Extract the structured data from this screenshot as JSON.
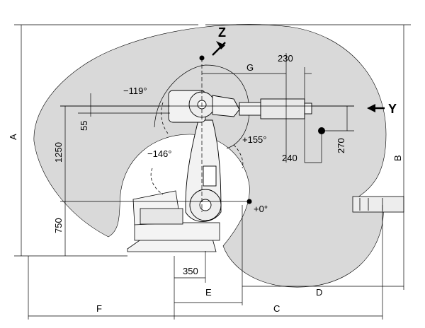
{
  "axes": {
    "z": "Z",
    "y": "Y"
  },
  "angles": {
    "a_minus119": "−119°",
    "a_minus146": "−146°",
    "a_plus155": "+155°",
    "a_plus0": "+0°"
  },
  "dimensions": {
    "d230": "230",
    "g": "G",
    "d55": "55",
    "d1250": "1250",
    "d750": "750",
    "d240": "240",
    "d270": "270",
    "a": "A",
    "b": "B",
    "d350": "350",
    "e": "E",
    "d": "D",
    "f": "F",
    "c": "C"
  },
  "colors": {
    "envelope_fill": "#d9d9d9",
    "line": "#000000"
  }
}
